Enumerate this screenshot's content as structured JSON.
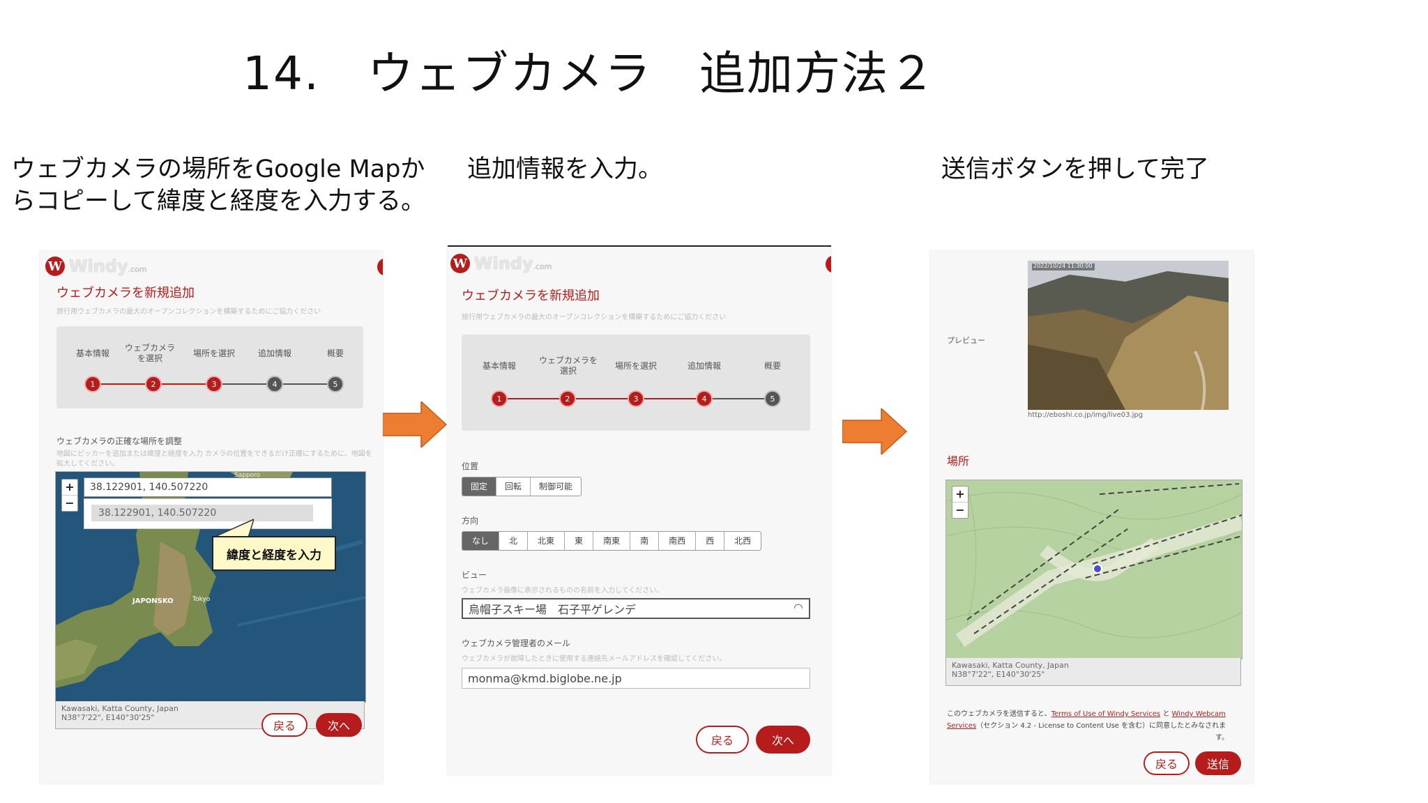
{
  "slide": {
    "title": "14.　ウェブカメラ　追加方法２",
    "caption_left_line1": "ウェブカメラの場所をGoogle Mapか",
    "caption_left_line2": "らコピーして緯度と経度を入力する。",
    "caption_middle": "追加情報を入力。",
    "caption_right": "送信ボタンを押して完了"
  },
  "brand": {
    "logo_letter": "W",
    "name": "Windy",
    "suffix": ".com",
    "accent": "#b71c1c"
  },
  "steps": {
    "labels": [
      "基本情報",
      "ウェブカメラを選択",
      "場所を選択",
      "追加情報",
      "概要"
    ],
    "numbers": [
      "1",
      "2",
      "3",
      "4",
      "5"
    ]
  },
  "panel1": {
    "title": "ウェブカメラを新規追加",
    "subtitle": "旅行用ウェブカメラの最大のオープンコレクションを構築するためにご協力ください",
    "active_step": 3,
    "section_label": "ウェブカメラの正確な場所を調整",
    "section_hint_1": "地図にピッカーを追加または緯度と経度を入力 カメラの位置をできるだけ正確にするために、地図を",
    "section_hint_2": "拡大してください。",
    "coord_input": "38.122901, 140.507220",
    "coord_suggestion": "38.122901, 140.507220",
    "callout": "緯度と経度を入力",
    "map_label": "JAPONSKO",
    "map_label_tokyo": "Tokyo",
    "map_label_sapporo": "Sapporo",
    "map_info_line1": "Kawasaki, Katta County, Japan",
    "map_info_line2": "N38°7'22\", E140°30'25\"",
    "back": "戻る",
    "next": "次へ"
  },
  "panel2": {
    "title": "ウェブカメラを新規追加",
    "subtitle": "旅行用ウェブカメラの最大のオープンコレクションを構築するためにご協力ください",
    "active_step": 4,
    "position_label": "位置",
    "position_options": [
      "固定",
      "回転",
      "制御可能"
    ],
    "position_selected": 0,
    "direction_label": "方向",
    "direction_options": [
      "なし",
      "北",
      "北東",
      "東",
      "南東",
      "南",
      "南西",
      "西",
      "北西"
    ],
    "direction_selected": 0,
    "view_label": "ビュー",
    "view_hint": "ウェブカメラ画像に表示されるものの名前を入力してください。",
    "view_value": "烏帽子スキー場　石子平ゲレンデ",
    "email_label": "ウェブカメラ管理者のメール",
    "email_hint": "ウェブカメラが故障したときに使用する連絡先メールアドレスを確認してください。",
    "email_value": "monma@kmd.biglobe.ne.jp",
    "back": "戻る",
    "next": "次へ"
  },
  "panel3": {
    "preview_label": "プレビュー",
    "preview_stamp": "2022/10/24 11:30:00",
    "preview_url": "http://eboshi.co.jp/img/live03.jpg",
    "location_label": "場所",
    "map_info_line1": "Kawasaki, Katta County, Japan",
    "map_info_line2": "N38°7'22\", E140°30'25\"",
    "terms_1": "このウェブカメラを送信すると、",
    "terms_link1": "Terms of Use of Windy Services",
    "terms_2": " と ",
    "terms_link2a": "Windy Webcam",
    "terms_link2b": "Services",
    "terms_3": "（セクション 4.2 - License to Content Use を含む）に同意したとみなされま",
    "terms_4": "す。",
    "back": "戻る",
    "submit": "送信"
  }
}
